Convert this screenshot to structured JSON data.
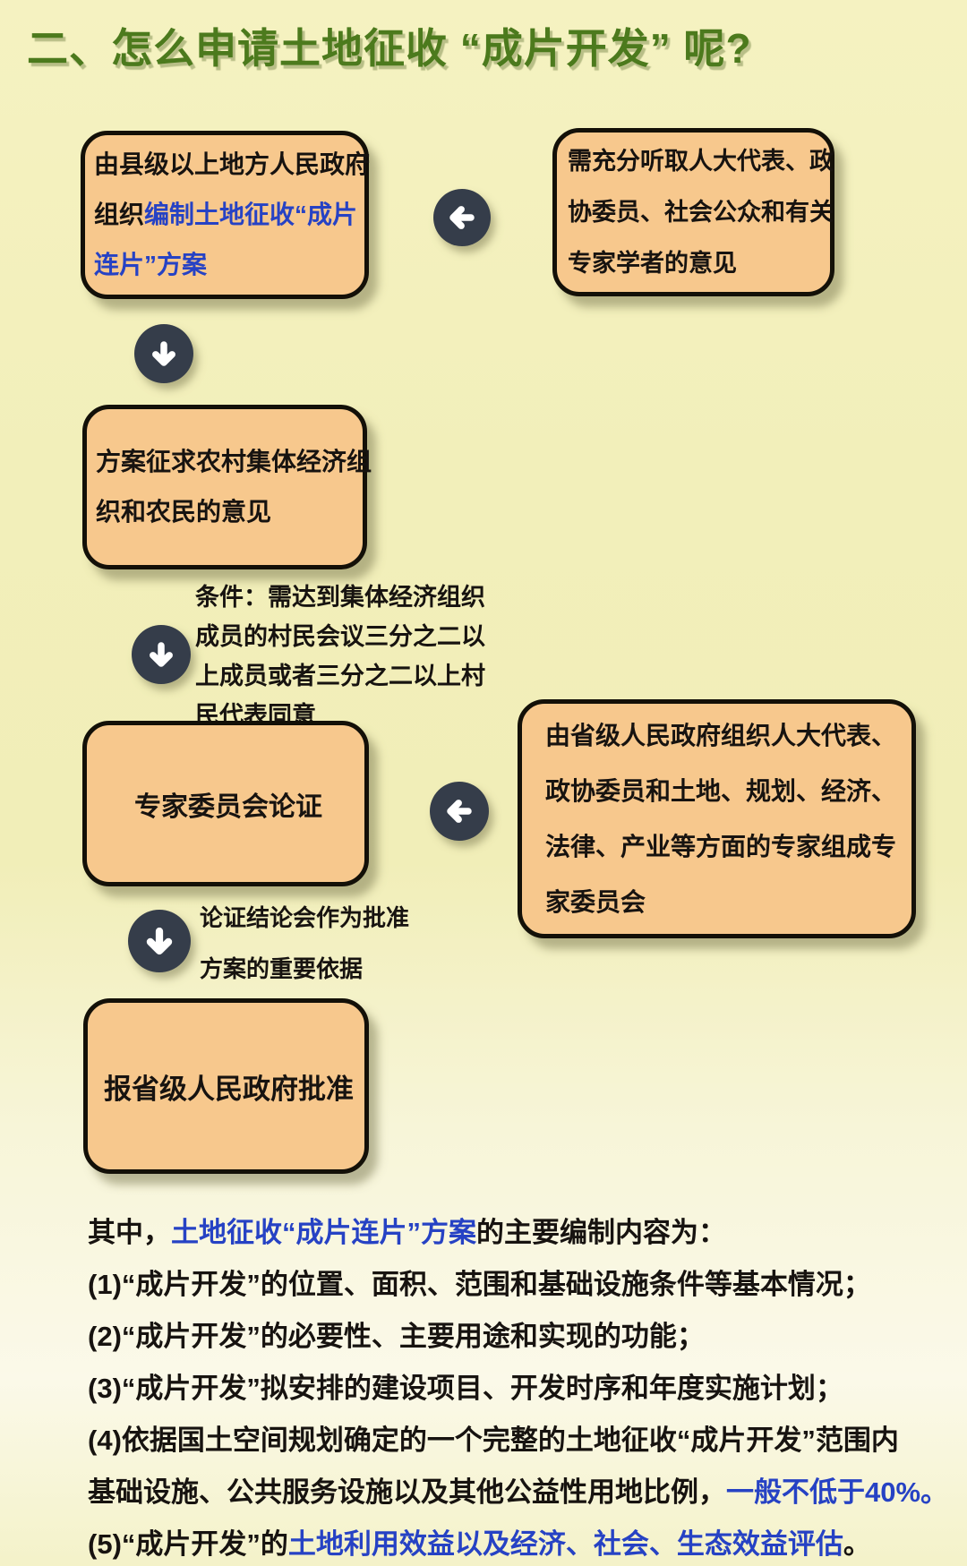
{
  "title": "二、怎么申请土地征收 “成片开发” 呢?",
  "colors": {
    "background_top": "#f5f2c1",
    "background_bottom": "#fbf9e9",
    "title_green": "#4c7a1d",
    "accent_blue": "#2642c4",
    "box_fill": "#f7c88d",
    "box_border": "#131008",
    "arrow_circle": "#353d4a",
    "text_black": "#171310"
  },
  "icons": {
    "arrow_left": "←",
    "arrow_down": "↓"
  },
  "flow": {
    "box_plan": {
      "l1": "由县级以上地方人民政府",
      "l2a": "组织",
      "l2b": "编制土地征收“成片",
      "l3": "连片”方案"
    },
    "box_listen": {
      "l1": "需充分听取人大代表、政",
      "l2": "协委员、社会公众和有关",
      "l3": "专家学者的意见"
    },
    "box_consult": {
      "l1": "方案征求农村集体经济组",
      "l2": "织和农民的意见"
    },
    "condition": {
      "l1": "条件：需达到集体经济组织",
      "l2": "成员的村民会议三分之二以",
      "l3": "上成员或者三分之二以上村",
      "l4": "民代表同意"
    },
    "box_expert": {
      "label": "专家委员会论证"
    },
    "box_committee": {
      "l1": "由省级人民政府组织人大代表、",
      "l2": "政协委员和土地、规划、经济、",
      "l3": "法律、产业等方面的专家组成专",
      "l4": "家委员会"
    },
    "note": {
      "l1": "论证结论会作为批准",
      "l2": "方案的重要依据"
    },
    "box_approve": {
      "label": "报省级人民政府批准"
    }
  },
  "details": {
    "intro_a": "其中，",
    "intro_b": "土地征收“成片连片”方案",
    "intro_c": "的主要编制内容为：",
    "item1": "(1)“成片开发”的位置、面积、范围和基础设施条件等基本情况；",
    "item2": "(2)“成片开发”的必要性、主要用途和实现的功能；",
    "item3": "(3)“成片开发”拟安排的建设项目、开发时序和年度实施计划；",
    "item4a": "(4)依据国土空间规划确定的一个完整的土地征收“成片开发”范围内",
    "item4b": "基础设施、公共服务设施以及其他公益性用地比例，",
    "item4c": "一般不低于40%。",
    "item5a": "(5)“成片开发”的",
    "item5b": "土地利用效益以及经济、社会、生态效益评估",
    "item5c": "。"
  }
}
